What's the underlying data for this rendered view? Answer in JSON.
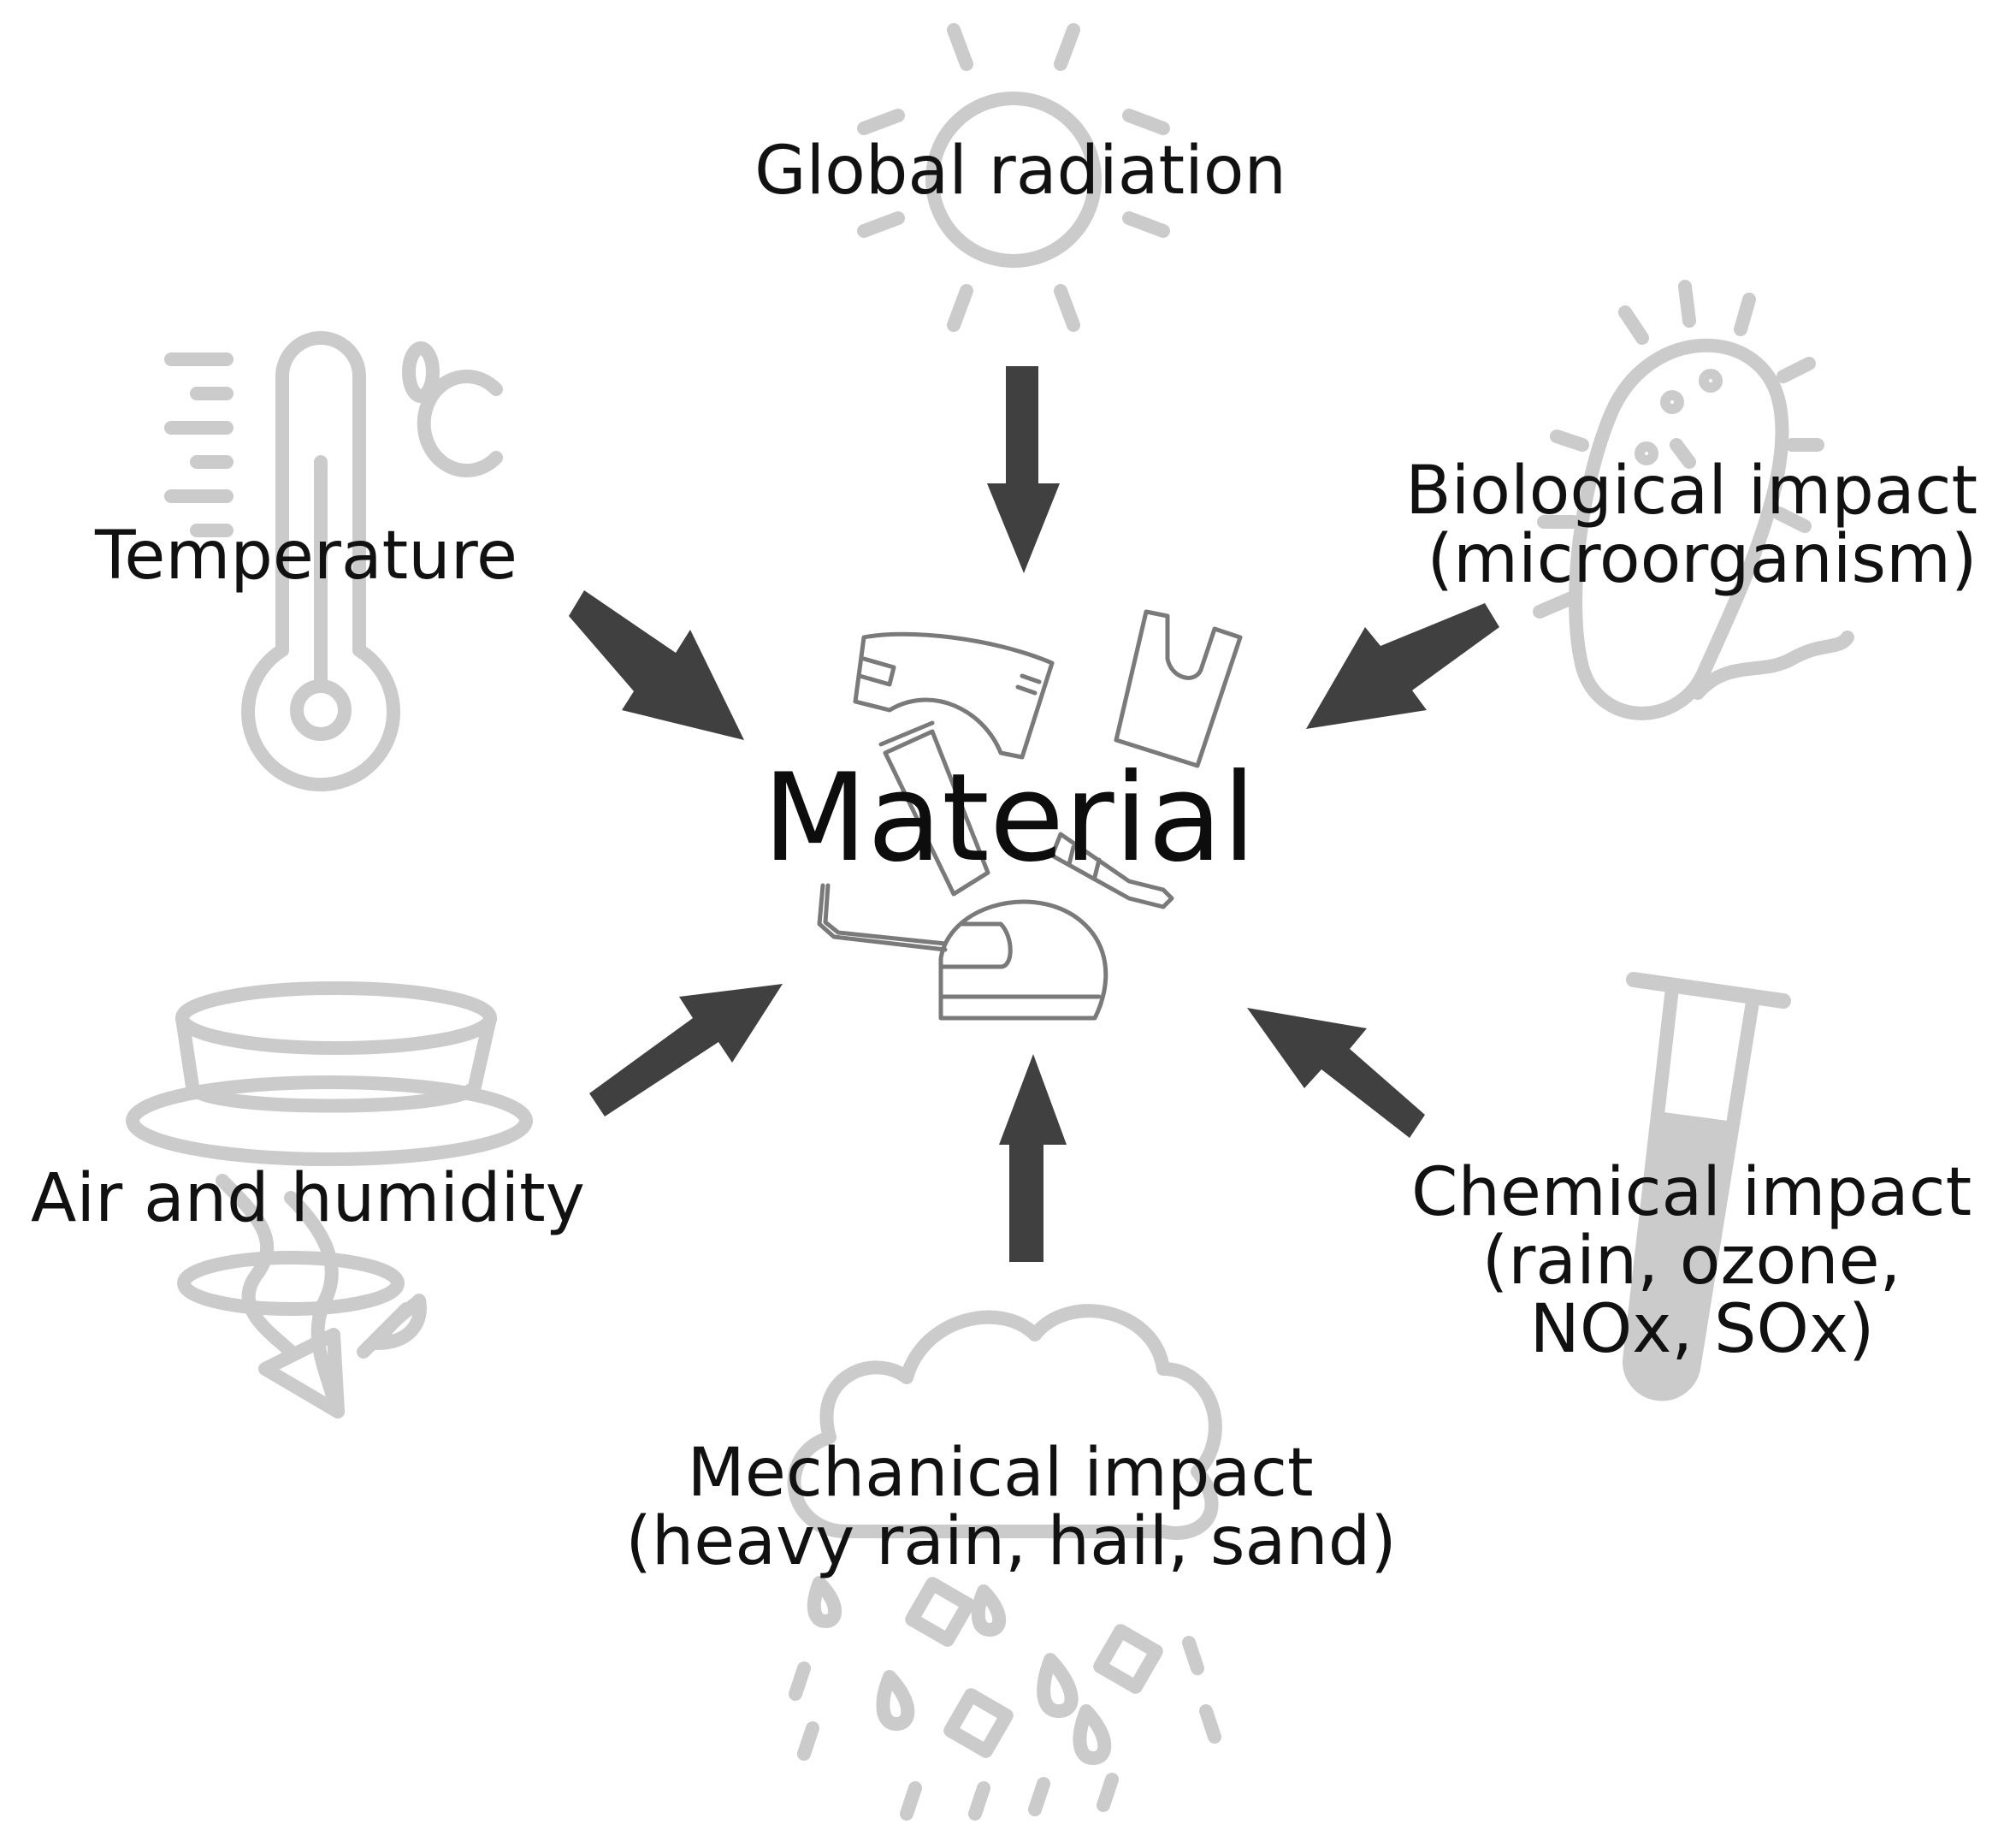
{
  "center": {
    "label": "Material"
  },
  "factors": {
    "global_radiation": {
      "lines": [
        "Global radiation"
      ],
      "icon": "sun-icon"
    },
    "temperature": {
      "lines": [
        "Temperature"
      ],
      "icon": "thermometer-icon"
    },
    "biological": {
      "lines": [
        "Biological impact",
        "(microorganism)"
      ],
      "icon": "bacterium-icon"
    },
    "air_humidity": {
      "lines": [
        "Air and humidity"
      ],
      "icon": "tornado-icon"
    },
    "mechanical": {
      "lines": [
        "Mechanical impact",
        "(heavy rain, hail, sand)"
      ],
      "icon": "hail-cloud-icon"
    },
    "chemical": {
      "lines": [
        "Chemical impact",
        "(rain, ozone,",
        "NOx, SOx)"
      ],
      "icon": "test-tube-icon"
    }
  },
  "colors": {
    "arrow": "#404040",
    "background_icons": "#cbcbcb",
    "material_icons": "#7a7a7a",
    "text": "#111111"
  }
}
